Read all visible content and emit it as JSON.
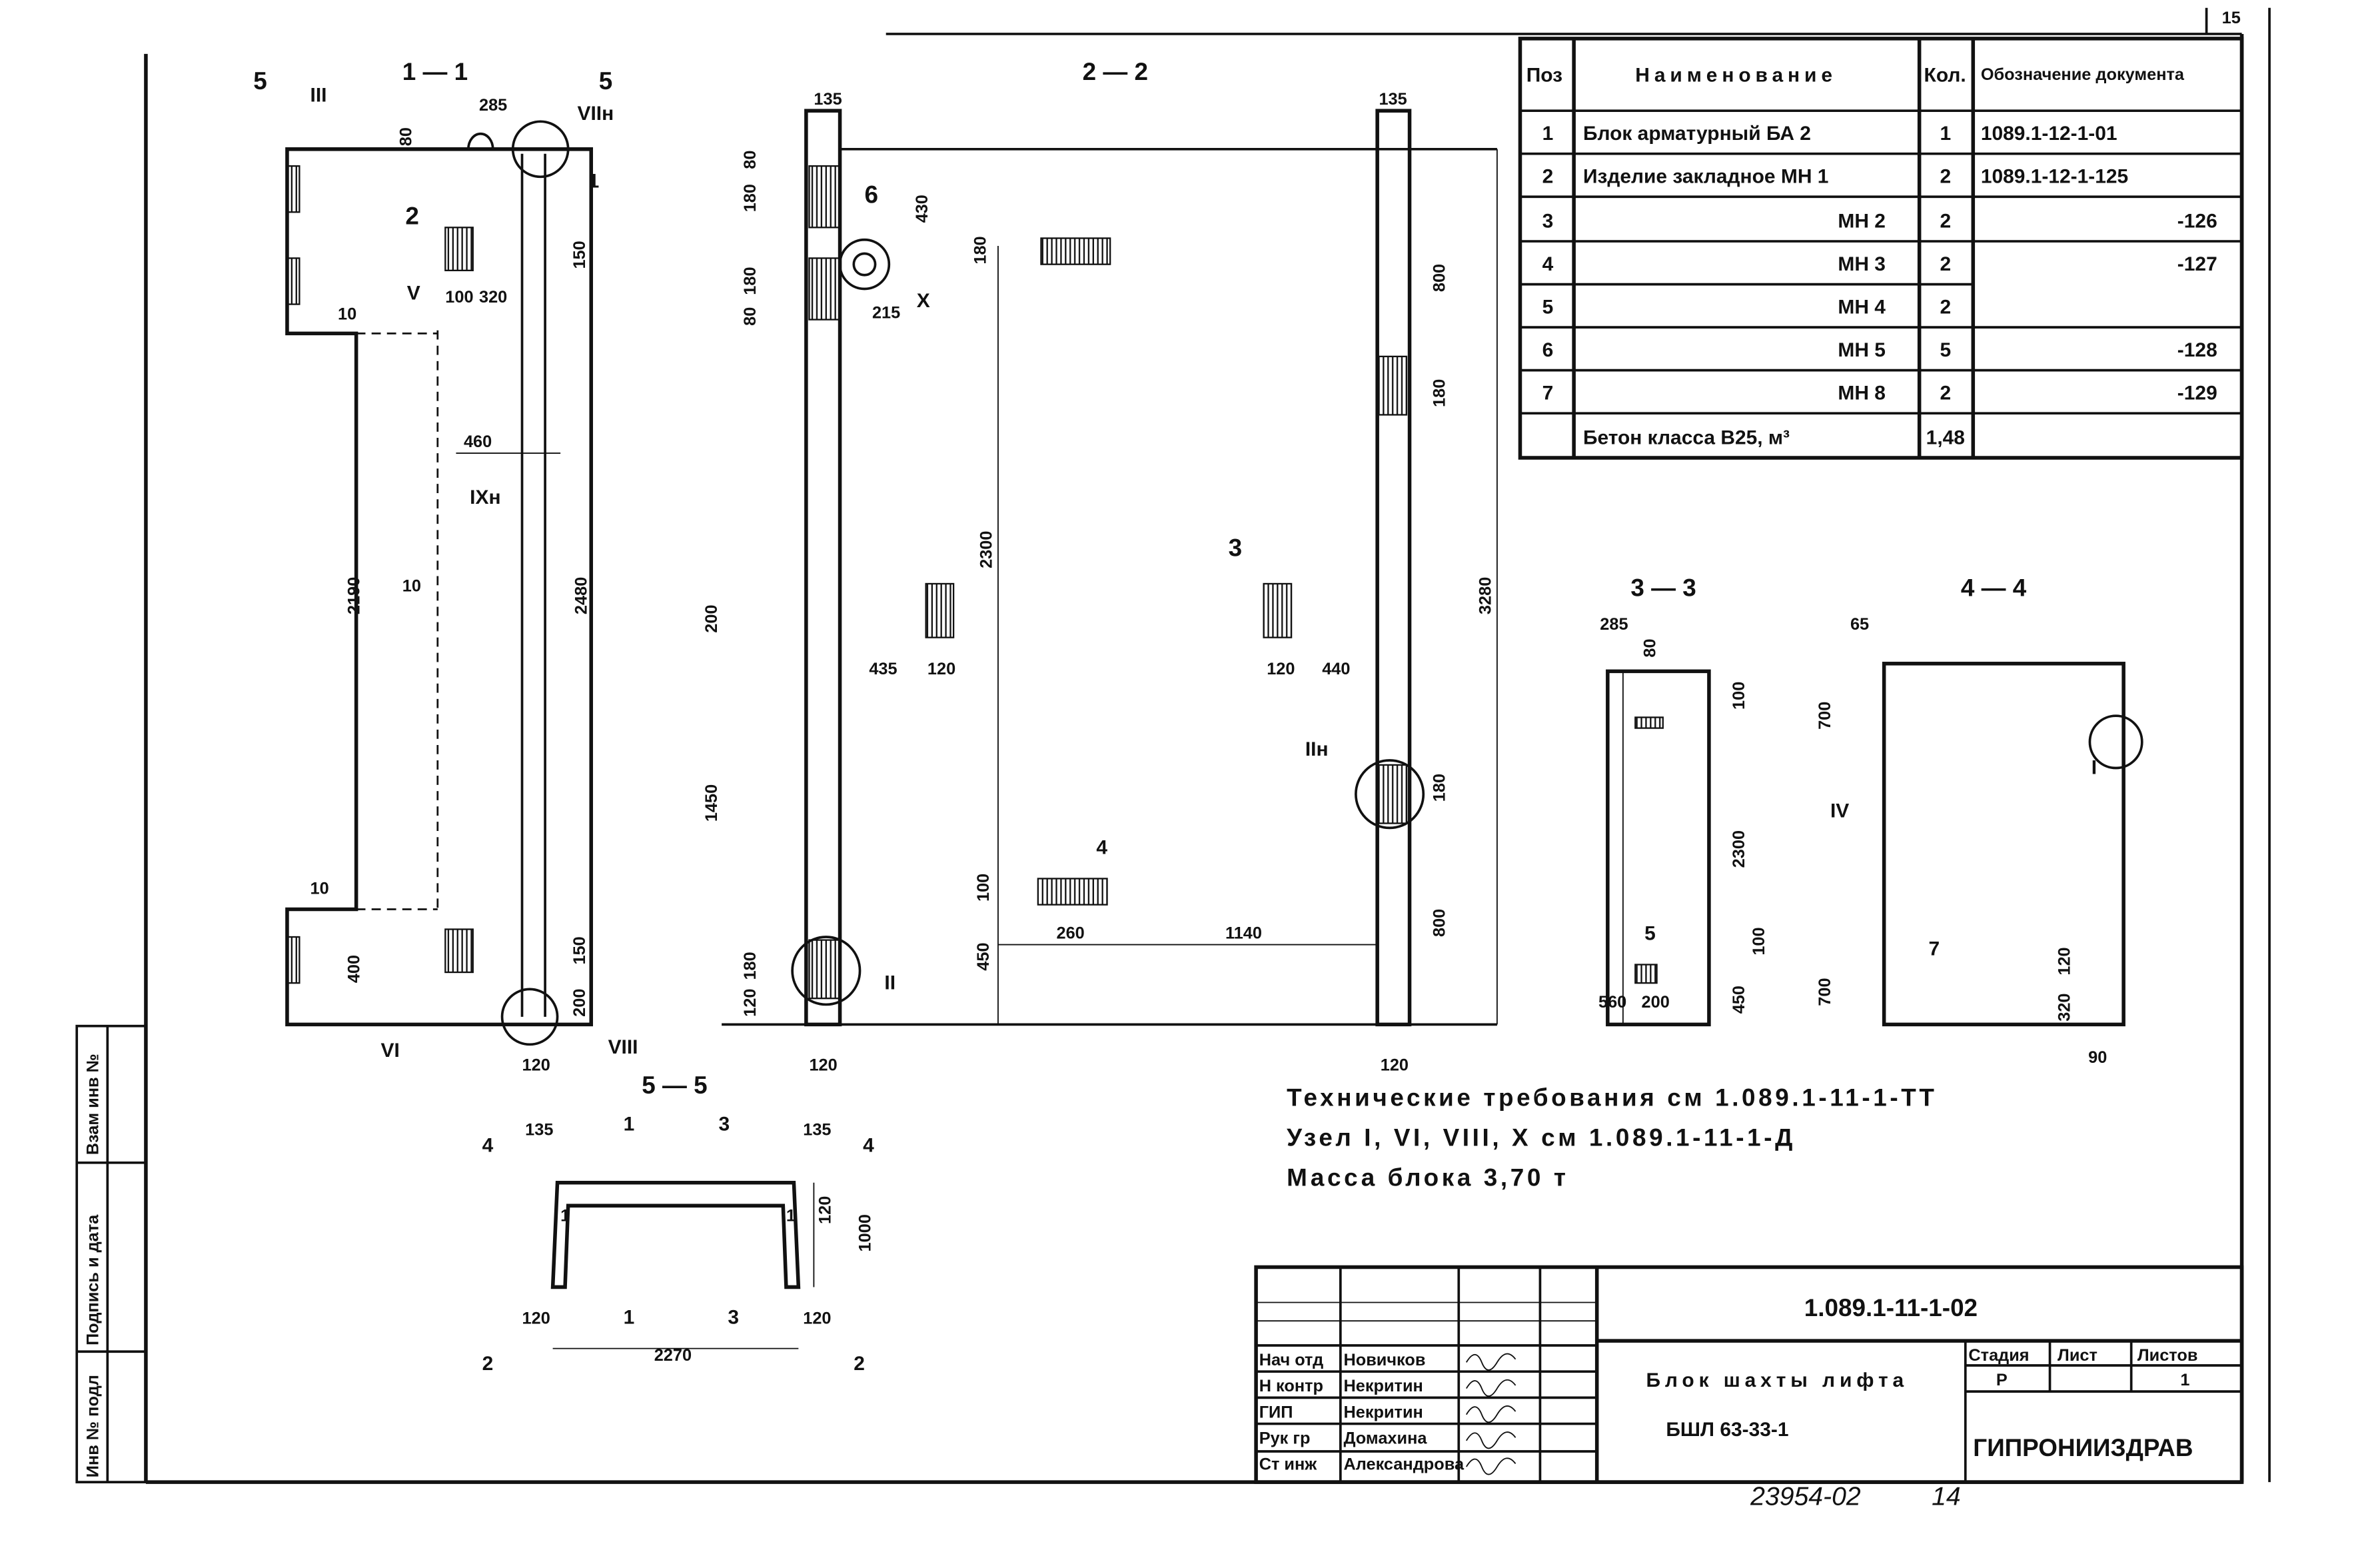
{
  "sheet_number": "15",
  "spec_table": {
    "headers": {
      "pos": "Поз",
      "name": "Наименование",
      "qty": "Кол.",
      "doc": "Обозначение документа"
    },
    "rows": [
      {
        "pos": "1",
        "name": "Блок арматурный БА 2",
        "qty": "1",
        "doc": "1089.1-12-1-01"
      },
      {
        "pos": "2",
        "name": "Изделие закладное МН 1",
        "qty": "2",
        "doc": "1089.1-12-1-125"
      },
      {
        "pos": "3",
        "name": "МН 2",
        "qty": "2",
        "doc": "-126"
      },
      {
        "pos": "4",
        "name": "МН 3",
        "qty": "2",
        "doc": "-127"
      },
      {
        "pos": "5",
        "name": "МН 4",
        "qty": "2",
        "doc": ""
      },
      {
        "pos": "6",
        "name": "МН 5",
        "qty": "5",
        "doc": "-128"
      },
      {
        "pos": "7",
        "name": "МН 8",
        "qty": "2",
        "doc": "-129"
      },
      {
        "pos": "",
        "name": "Бетон класса В25, м³",
        "qty": "1,48",
        "doc": ""
      }
    ]
  },
  "views": {
    "s11": {
      "title": "1 — 1",
      "dims": [
        "285",
        "80",
        "2",
        "100",
        "320",
        "150",
        "10",
        "460",
        "10",
        "2190",
        "2480",
        "10",
        "400",
        "150",
        "200",
        "120",
        "III",
        "V",
        "IXн",
        "VI",
        "VIIн",
        "VIII",
        "5",
        "5",
        "1"
      ]
    },
    "s22": {
      "title": "2 — 2",
      "dims": [
        "135",
        "135",
        "80",
        "180",
        "6",
        "430",
        "180",
        "80",
        "180",
        "X",
        "215",
        "2300",
        "800",
        "180",
        "3280",
        "200",
        "435",
        "120",
        "3",
        "120",
        "440",
        "1450",
        "IIн",
        "180",
        "4",
        "100",
        "260",
        "1140",
        "800",
        "180",
        "120",
        "450",
        "II",
        "120",
        "120"
      ]
    },
    "s55": {
      "title": "5 — 5",
      "dims": [
        "135",
        "1",
        "3",
        "135",
        "4",
        "4",
        "120",
        "1000",
        "120",
        "1",
        "3",
        "120",
        "2270",
        "2",
        "2",
        "1",
        "1"
      ]
    },
    "s33": {
      "title": "3 — 3",
      "dims": [
        "285",
        "80",
        "100",
        "2300",
        "100",
        "5",
        "560",
        "200",
        "450"
      ]
    },
    "s44": {
      "title": "4 — 4",
      "dims": [
        "65",
        "700",
        "I",
        "IV",
        "7",
        "120",
        "320",
        "700",
        "90"
      ]
    }
  },
  "notes": [
    "Технические требования см 1.089.1-11-1-ТТ",
    "Узел I, VI, VIII, X см 1.089.1-11-1-Д",
    "Масса блока 3,70 т"
  ],
  "title_block": {
    "doc_code": "1.089.1-11-1-02",
    "roles": [
      {
        "role": "Нач отд",
        "name": "Новичков"
      },
      {
        "role": "Н контр",
        "name": "Некритин"
      },
      {
        "role": "ГИП",
        "name": "Некритин"
      },
      {
        "role": "Рук гр",
        "name": "Домахина"
      },
      {
        "role": "Ст инж",
        "name": "Александрова"
      }
    ],
    "product_name": "Блок шахты лифта",
    "product_mark": "БШЛ 63-33-1",
    "stage_label": "Стадия",
    "sheet_label": "Лист",
    "sheets_label": "Листов",
    "stage": "Р",
    "sheet": "",
    "sheets": "1",
    "organization": "ГИПРОНИИЗДРАВ"
  },
  "side_stamp": [
    "Инв № подл",
    "Подпись и дата",
    "Взам инв №"
  ],
  "footer": {
    "archive_number": "23954-02",
    "page": "14"
  }
}
